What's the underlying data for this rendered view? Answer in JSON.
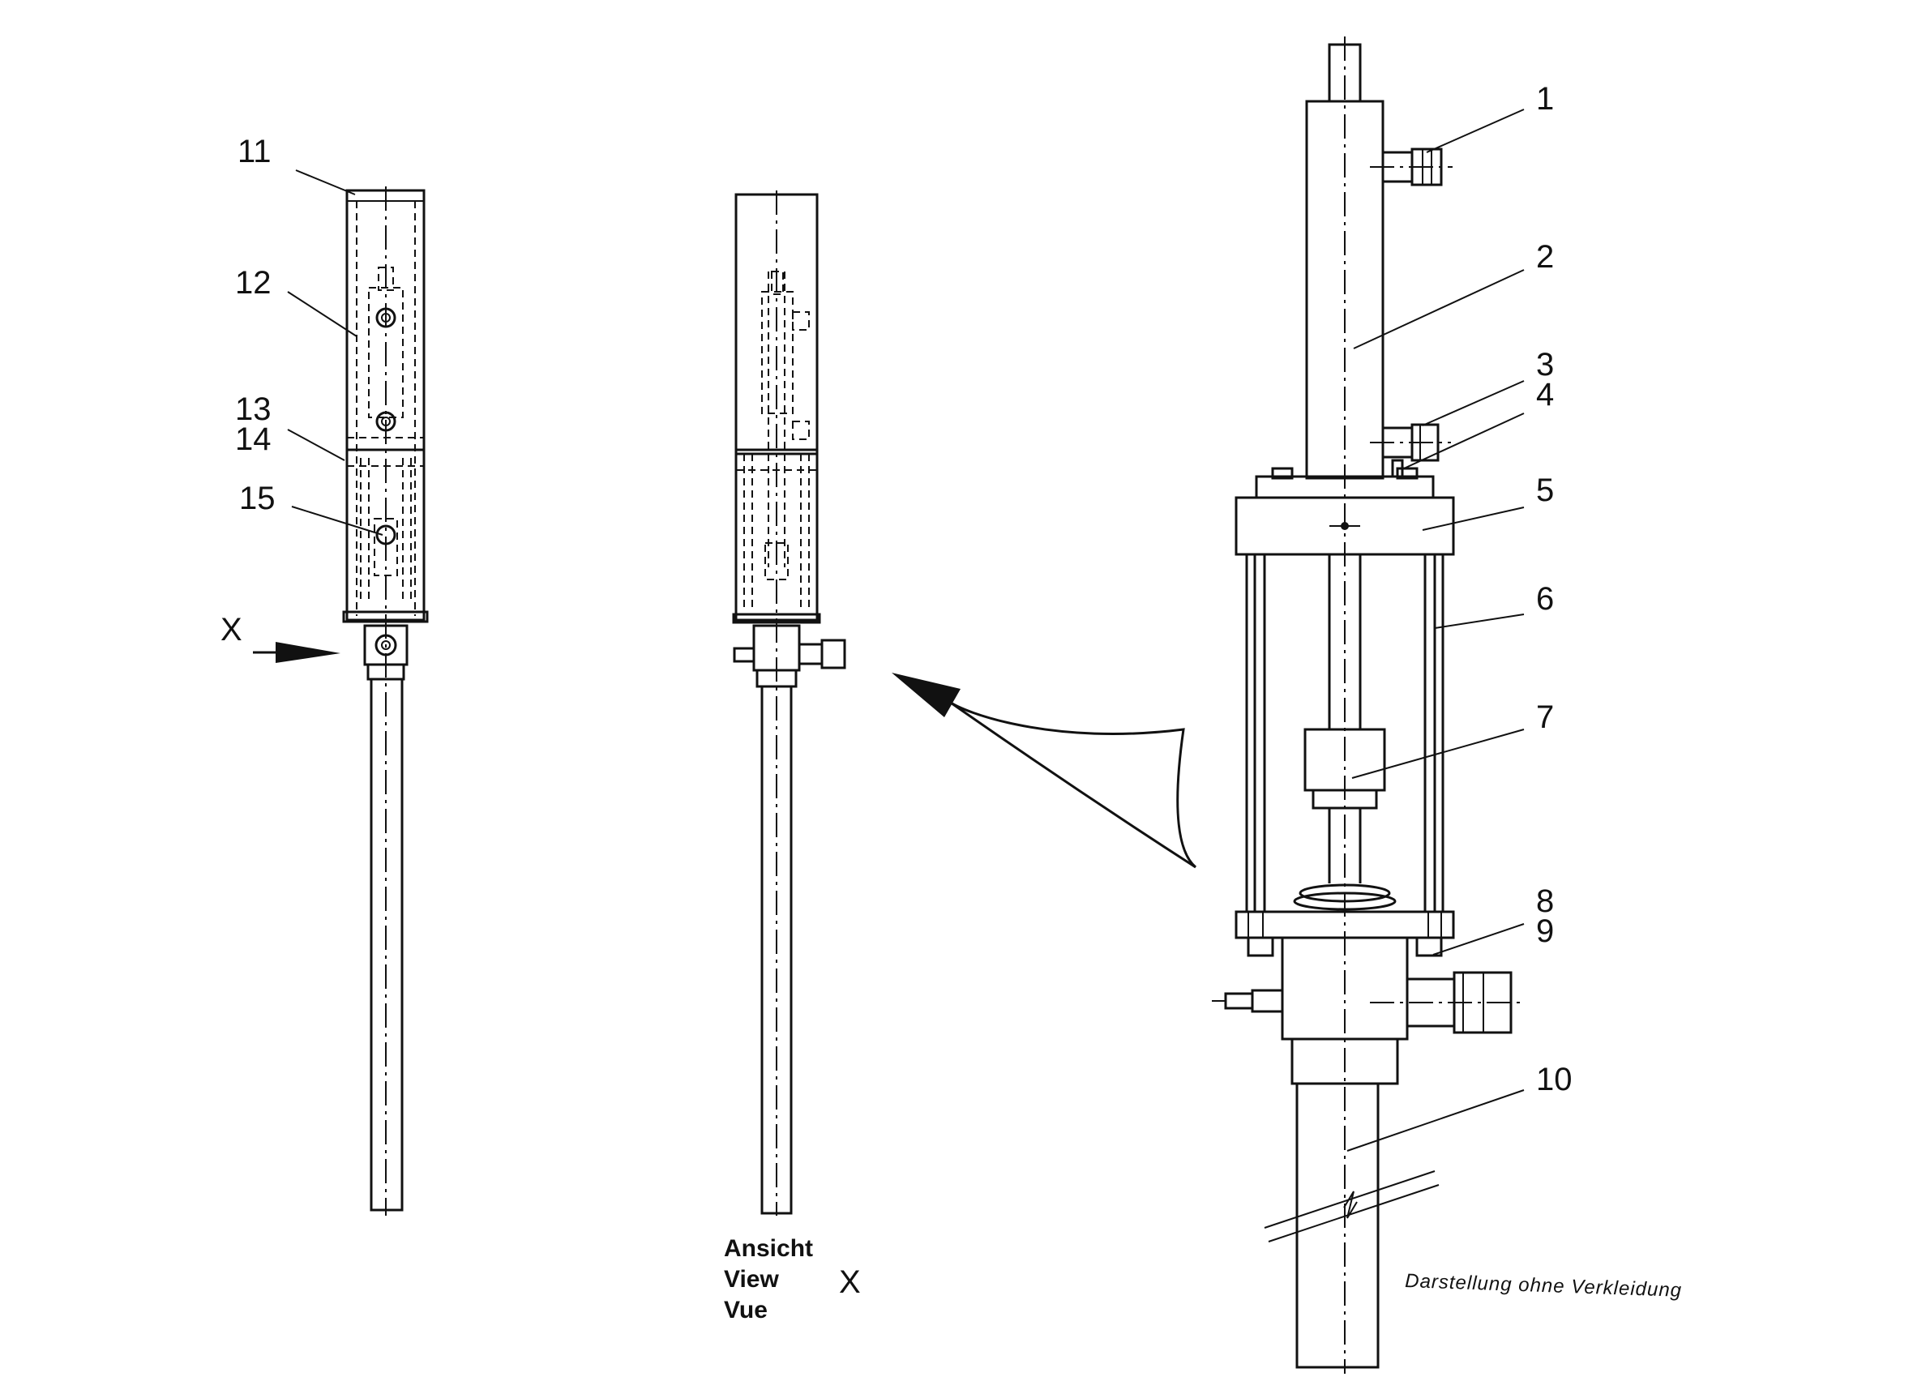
{
  "callouts": {
    "p1": "1",
    "p2": "2",
    "p3": "3",
    "p4": "4",
    "p5": "5",
    "p6": "6",
    "p7": "7",
    "p8": "8",
    "p9": "9",
    "p10": "10",
    "p11": "11",
    "p12": "12",
    "p13": "13",
    "p14": "14",
    "p15": "15"
  },
  "view_marker": "X",
  "view_label": {
    "line1": "Ansicht",
    "line2": "View",
    "line3": "Vue",
    "marker": "X"
  },
  "caption": "Darstellung ohne Verkleidung"
}
